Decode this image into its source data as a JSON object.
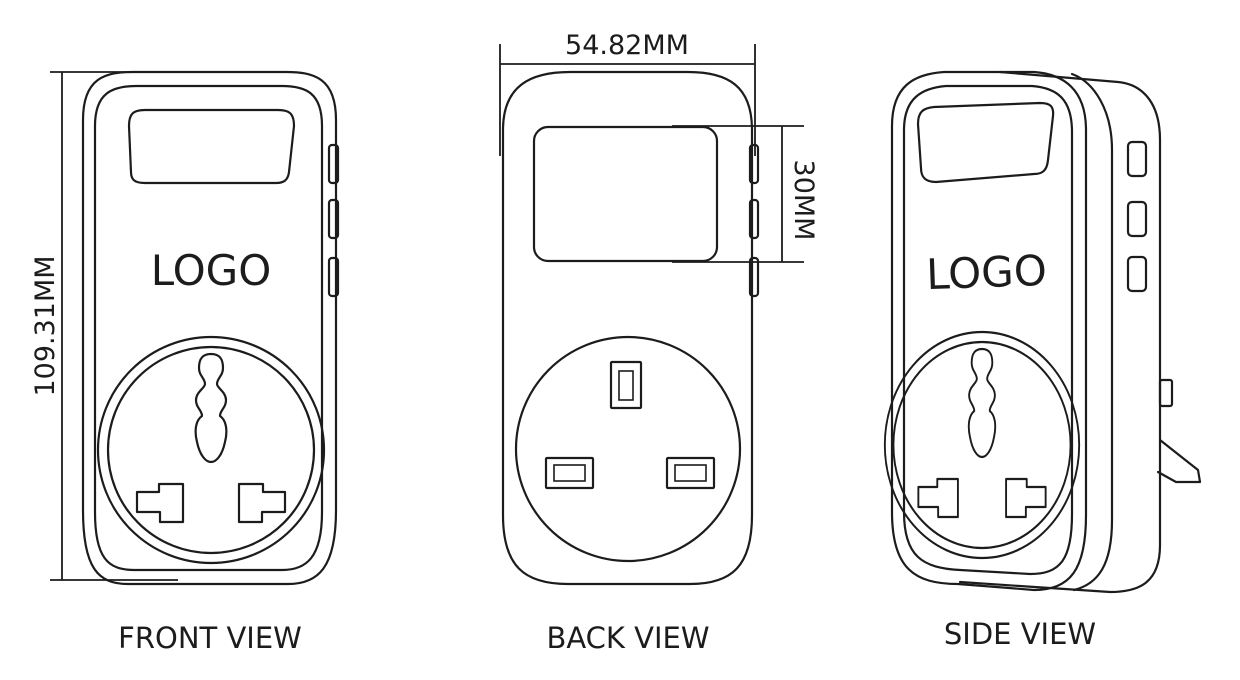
{
  "dimensions": {
    "height": "109.31MM",
    "width": "54.82MM",
    "window": "30MM"
  },
  "front": {
    "logo": "LOGO",
    "caption": "FRONT VIEW"
  },
  "back": {
    "caption": "BACK VIEW"
  },
  "side": {
    "logo": "LOGO",
    "caption": "SIDE VIEW"
  },
  "colors": {
    "line": "#1c1c1c",
    "background": "#ffffff"
  }
}
